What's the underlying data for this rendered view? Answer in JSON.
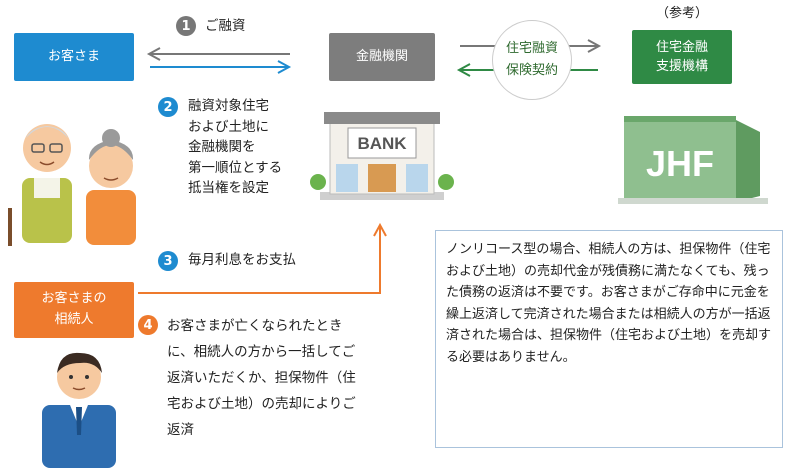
{
  "boxes": {
    "customer": "お客さま",
    "bank": "金融機関",
    "jhf_line1": "住宅金融",
    "jhf_line2": "支援機構",
    "heir_line1": "お客さまの",
    "heir_line2": "相続人"
  },
  "reference_label": "（参考）",
  "insurance": {
    "line1": "住宅融資",
    "line2": "保険契約"
  },
  "steps": [
    {
      "num": "1",
      "text": "ご融資"
    },
    {
      "num": "2",
      "text": "融資対象住宅\nおよび土地に\n金融機関を\n第一順位とする\n抵当権を設定"
    },
    {
      "num": "3",
      "text": "毎月利息をお支払"
    },
    {
      "num": "4",
      "text": "お客さまが亡くなられたとき\nに、相続人の方から一括してご\n返済いただくか、担保物件（住\n宅および土地）の売却によりご\n返済"
    }
  ],
  "bank_sign": "BANK",
  "jhf_logo": "JHF",
  "note": "ノンリコース型の場合、相続人の方は、担保物件（住宅および土地）の売却代金が残債務に満たなくても、残った債務の返済は不要です。お客さまがご存命中に元金を繰上返済して完済された場合または相続人の方が一括返済された場合は、担保物件（住宅および土地）を売却する必要はありません。",
  "colors": {
    "blue": "#1e8bd0",
    "gray": "#7d7d7d",
    "green": "#2f8a45",
    "orange": "#ee7a2d",
    "step_gray": "#777777"
  }
}
